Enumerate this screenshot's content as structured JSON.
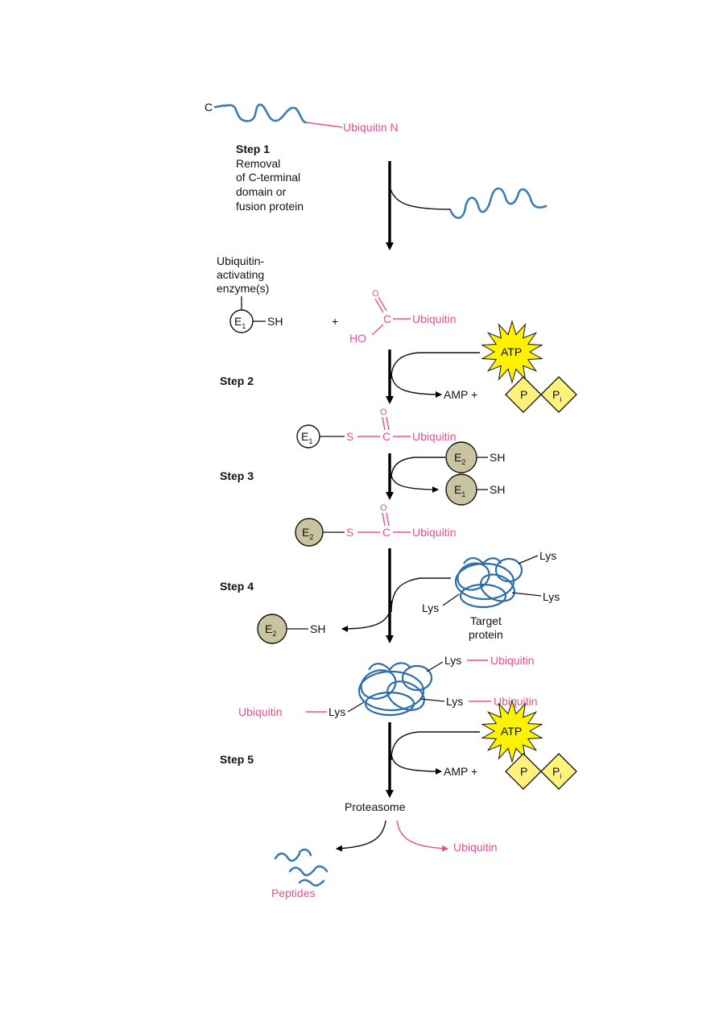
{
  "colors": {
    "ubiquitin": "#ee4d8c",
    "protein_chain": "#3a7db5",
    "enzyme_e2_fill": "#c9c4a0",
    "atp_fill": "#fff200",
    "phosphate_fill": "#fff27a",
    "text": "#111111"
  },
  "fusion": {
    "c_label": "C",
    "ubiquitin_n_label": "Ubiquitin N"
  },
  "step1": {
    "title": "Step 1",
    "line1": "Removal",
    "line2": "of C-terminal",
    "line3": "domain or",
    "line4": "fusion protein"
  },
  "activation": {
    "enzyme_label_line1": "Ubiquitin-",
    "enzyme_label_line2": "activating",
    "enzyme_label_line3": "enzyme(s)",
    "e1": "E",
    "e1_sub": "1",
    "sh": "SH",
    "plus": "+",
    "o": "O",
    "c": "C",
    "ho": "HO",
    "ubiquitin": "Ubiquitin"
  },
  "step2": {
    "title": "Step 2",
    "atp": "ATP",
    "amp_plus": "AMP +",
    "p": "P",
    "pi": "P",
    "pi_sub": "i"
  },
  "thioester1": {
    "e1": "E",
    "e1_sub": "1",
    "s": "S",
    "c": "C",
    "o": "O",
    "ubiquitin": "Ubiquitin"
  },
  "step3": {
    "title": "Step 3",
    "e2_in": "E",
    "e2_in_sub": "2",
    "e2_in_sh": "SH",
    "e1_out": "E",
    "e1_out_sub": "1",
    "e1_out_sh": "SH"
  },
  "thioester2": {
    "e2": "E",
    "e2_sub": "2",
    "s": "S",
    "c": "C",
    "o": "O",
    "ubiquitin": "Ubiquitin"
  },
  "step4": {
    "title": "Step 4",
    "lys_top": "Lys",
    "lys_right": "Lys",
    "lys_left": "Lys",
    "target_line1": "Target",
    "target_line2": "protein",
    "e2_out": "E",
    "e2_out_sub": "2",
    "e2_out_sh": "SH"
  },
  "polyubiquitinated": {
    "lys_top": "Lys",
    "ubiquitin_top": "Ubiquitin",
    "lys_mid": "Lys",
    "ubiquitin_mid": "Ubiquitin",
    "ubiquitin_left": "Ubiquitin",
    "lys_left": "Lys"
  },
  "step5": {
    "title": "Step 5",
    "atp": "ATP",
    "amp_plus": "AMP +",
    "p": "P",
    "pi": "P",
    "pi_sub": "i"
  },
  "degradation": {
    "proteasome": "Proteasome",
    "ubiquitin": "Ubiquitin",
    "peptides": "Peptides"
  }
}
